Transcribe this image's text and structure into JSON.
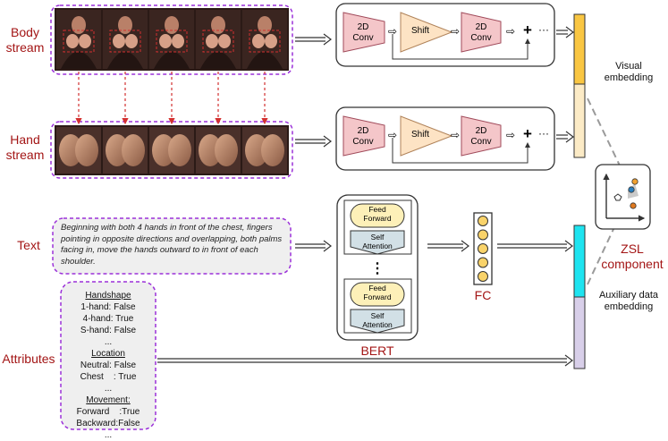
{
  "labels": {
    "body_stream": [
      "Body",
      "stream"
    ],
    "hand_stream": [
      "Hand",
      "stream"
    ],
    "text": "Text",
    "attributes": "Attributes",
    "bert": "BERT",
    "fc": "FC",
    "zsl": [
      "ZSL",
      "component"
    ],
    "visual_embedding": [
      "Visual",
      "embedding"
    ],
    "auxiliary_embedding": [
      "Auxiliary data",
      "embedding"
    ]
  },
  "pipeline_blocks": {
    "conv1": [
      "2D",
      "Conv"
    ],
    "shift": "Shift",
    "conv2": [
      "2D",
      "Conv"
    ],
    "plus": "+",
    "ellipsis": "···",
    "small_arrow": "⇨"
  },
  "text_description": "Beginning with both 4 hands in front of the chest, fingers pointing in opposite directions and overlapping, both palms facing in, move the hands outward to in front of each shoulder.",
  "bert": {
    "feed_forward": [
      "Feed",
      "Forward"
    ],
    "self_attention": [
      "Self",
      "Attention"
    ],
    "vertical_dots": "⋮"
  },
  "attributes_panel": {
    "lines": [
      {
        "text": "Handshape",
        "heading": true
      },
      {
        "text": "1-hand: False",
        "heading": false
      },
      {
        "text": "4-hand: True",
        "heading": false
      },
      {
        "text": "S-hand: False",
        "heading": false
      },
      {
        "text": "...",
        "heading": false
      },
      {
        "text": "Location",
        "heading": true
      },
      {
        "text": "Neutral: False",
        "heading": false
      },
      {
        "text": "Chest    : True",
        "heading": false
      },
      {
        "text": "...",
        "heading": false
      },
      {
        "text": "Movement:",
        "heading": true
      },
      {
        "text": "Forward    :True",
        "heading": false
      },
      {
        "text": "Backward:False",
        "heading": false
      },
      {
        "text": "...",
        "heading": false
      }
    ]
  },
  "colors": {
    "dashed_purple": "#9b30d9",
    "dashed_red": "#d32f2f",
    "conv_fill": "#f4c6c9",
    "conv_stroke": "#a04a5a",
    "shift_fill": "#fde3c4",
    "shift_stroke": "#b0835a",
    "visual_top": "#f9c642",
    "visual_bottom": "#fcebc6",
    "aux_top": "#1ee4f0",
    "aux_bottom": "#d8cfe9",
    "fc_node": "#f9d36a",
    "feed_forward_fill": "#fdf0b8",
    "self_attention_fill": "#d2e0e6",
    "label_red": "#a31515"
  }
}
